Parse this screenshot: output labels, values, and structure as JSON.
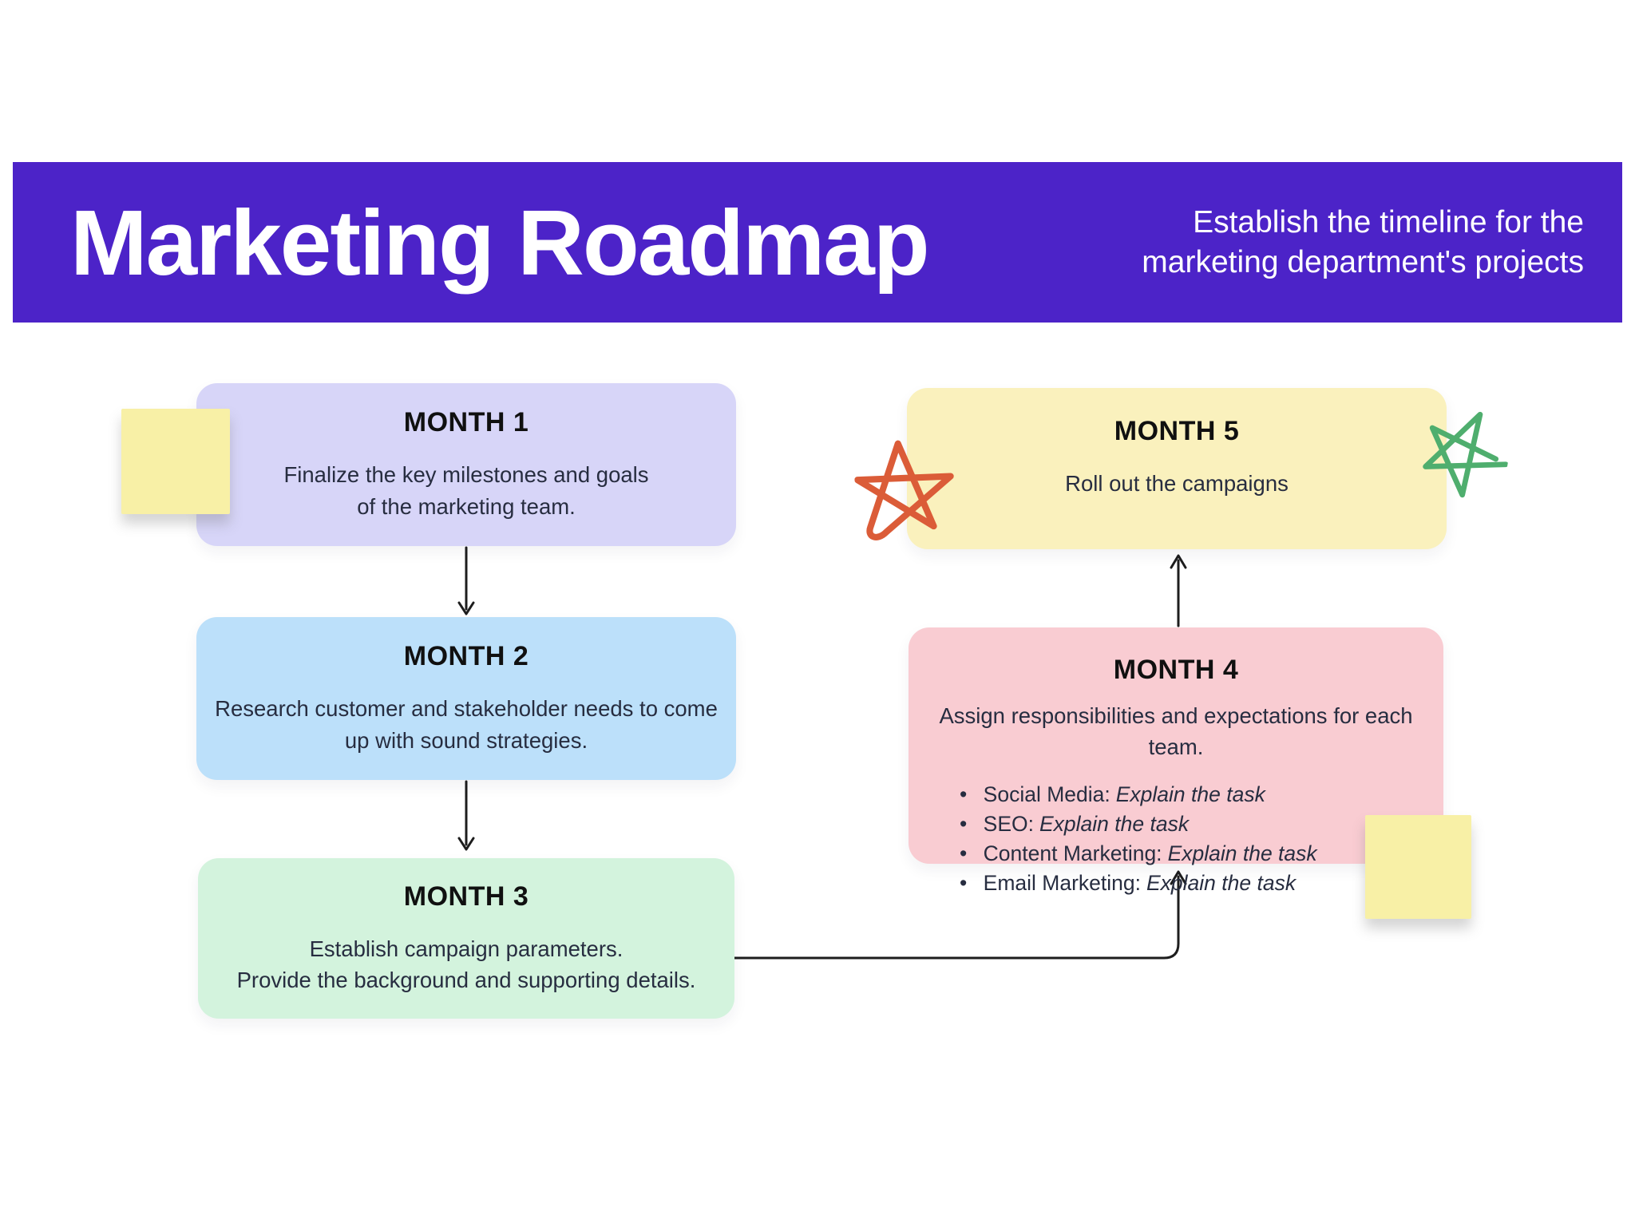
{
  "page": {
    "background": "#FFFFFF"
  },
  "header": {
    "title": "Marketing Roadmap",
    "subtitle_line1": "Establish the timeline for the",
    "subtitle_line2": "marketing department's projects",
    "background": "#4C23C8",
    "text_color": "#FFFFFF"
  },
  "boxes": [
    {
      "id": "month-1",
      "heading": "MONTH 1",
      "body": "Finalize the key milestones and goals\nof the marketing team.",
      "color": "#D7D5F8"
    },
    {
      "id": "month-2",
      "heading": "MONTH 2",
      "body": "Research customer and stakeholder needs to come\nup with sound strategies.",
      "color": "#BCE0FA"
    },
    {
      "id": "month-3",
      "heading": "MONTH 3",
      "body": "Establish campaign parameters.\nProvide the background and supporting details.",
      "color": "#D3F3DD"
    },
    {
      "id": "month-4",
      "heading": "MONTH 4",
      "body": "Assign responsibilities and expectations for each team.",
      "color": "#F9CCD2",
      "bullets": [
        {
          "label": "Social Media:",
          "task": "Explain the task"
        },
        {
          "label": "SEO:",
          "task": "Explain the task"
        },
        {
          "label": "Content Marketing:",
          "task": "Explain the task"
        },
        {
          "label": "Email Marketing:",
          "task": "Explain the task"
        }
      ]
    },
    {
      "id": "month-5",
      "heading": "MONTH 5",
      "body": "Roll out the campaigns",
      "color": "#FAF1BD"
    }
  ],
  "decorations": {
    "sticky_note_color": "#F8F0A6",
    "orange_star_color": "#DB5C38",
    "green_star_color": "#4FAE6E",
    "arrow_color": "#1D1D1D",
    "heading_text_color": "#101010",
    "body_text_color": "#272D40"
  }
}
